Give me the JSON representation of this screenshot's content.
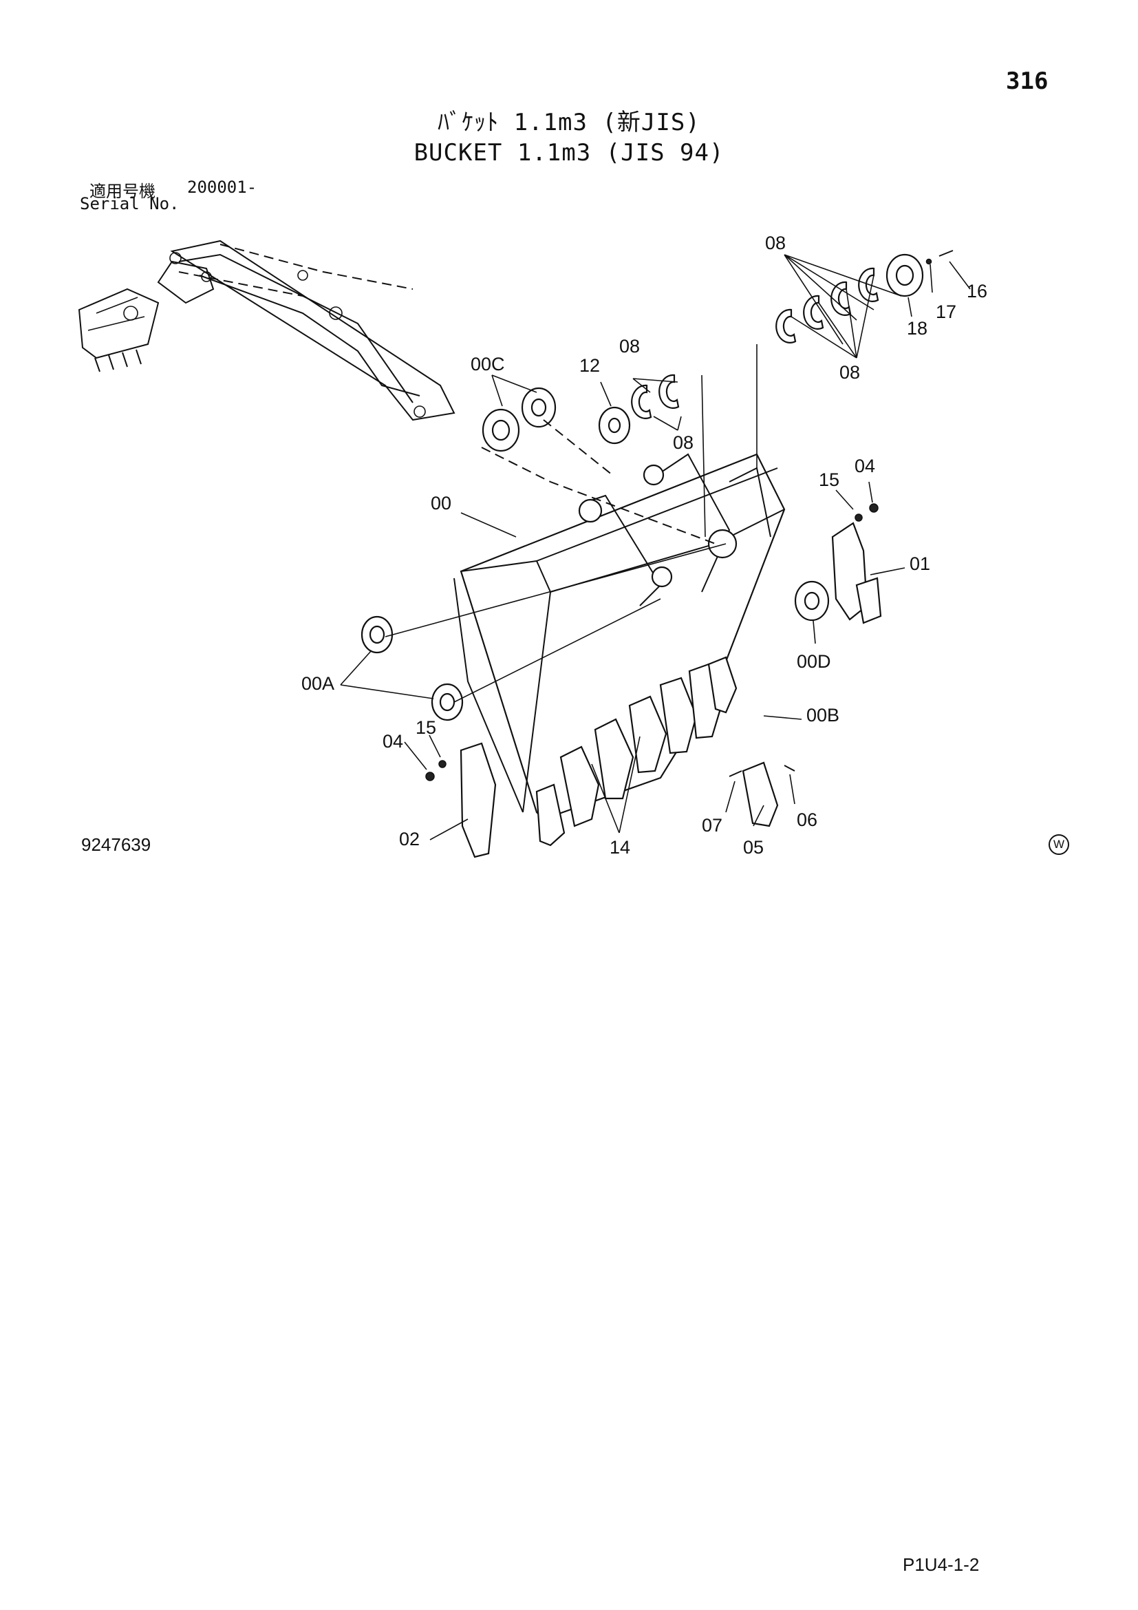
{
  "header": {
    "page_number": "316",
    "title_jp": "ﾊﾞｹｯﾄ 1.1m3 (新JIS)",
    "title_en": "BUCKET 1.1m3 (JIS 94)",
    "serial_label_jp": "適用号機",
    "serial_value": "200001-",
    "serial_label_en": "Serial No."
  },
  "diagram": {
    "callouts": [
      "08",
      "16",
      "17",
      "18",
      "08",
      "00C",
      "12",
      "08",
      "08",
      "15",
      "04",
      "00",
      "01",
      "00A",
      "00D",
      "00B",
      "04",
      "15",
      "02",
      "14",
      "07",
      "05",
      "06"
    ]
  },
  "footer": {
    "drawing_number": "9247639",
    "watermark_symbol": "W",
    "page_code": "P1U4-1-2"
  }
}
